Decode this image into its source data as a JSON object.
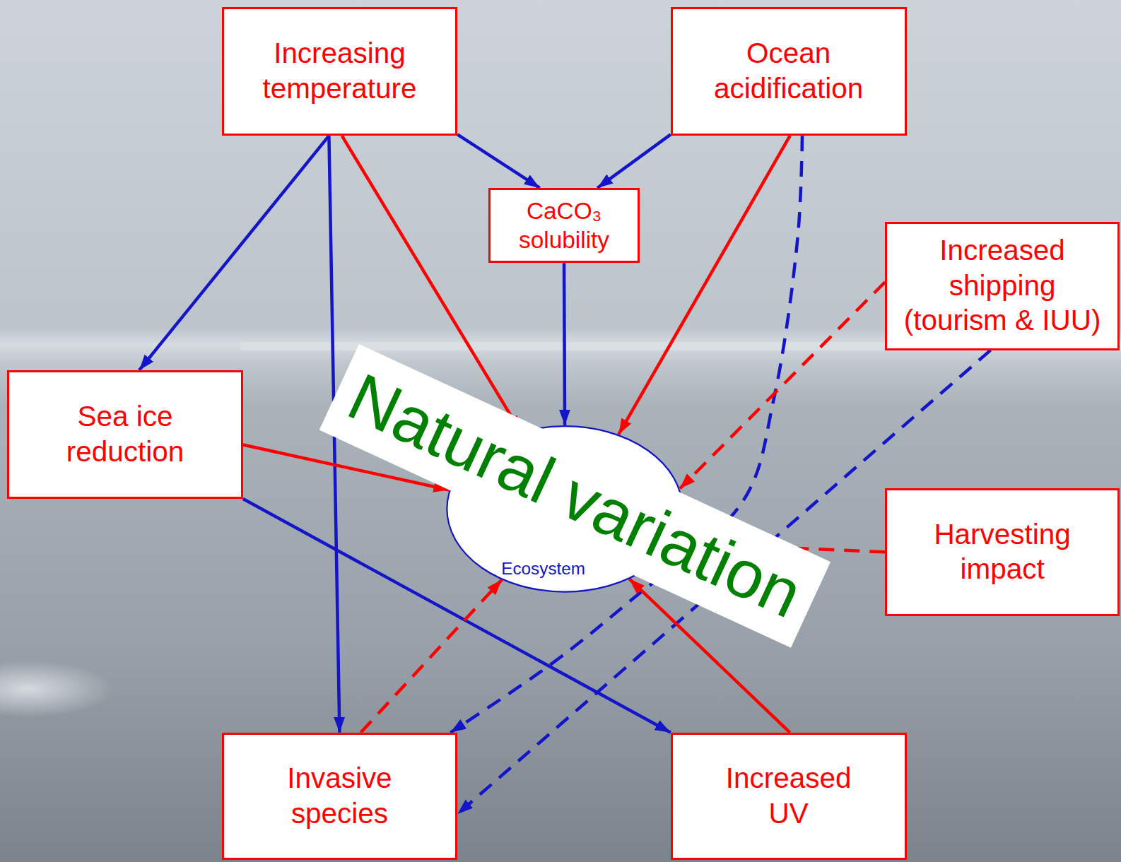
{
  "diagram": {
    "nodes": [
      {
        "text": [
          "Increasing temperature"
        ]
      },
      {
        "text": [
          "Ocean acidification"
        ]
      },
      {
        "text": [
          "CaCO₃ solubility"
        ]
      },
      {
        "text": [
          "Increased shipping (tourism & IUU)"
        ]
      },
      {
        "text": [
          "Sea ice reduction"
        ]
      },
      {
        "text": [
          "Ecosystem"
        ]
      },
      {
        "text": [
          "Harvesting impact"
        ]
      },
      {
        "text": [
          "Invasive species"
        ]
      },
      {
        "text": [
          "Increased UV"
        ]
      }
    ],
    "edges": [
      {
        "from": 0,
        "to": 4,
        "arrow": "to"
      },
      {
        "from": 0,
        "to": 7,
        "arrow": "to"
      },
      {
        "from": 0,
        "to": 5,
        "arrow": "to"
      },
      {
        "from": 0,
        "to": 2,
        "arrow": "to"
      },
      {
        "from": 1,
        "to": 2,
        "arrow": "to"
      },
      {
        "from": 2,
        "to": 5,
        "arrow": "to"
      },
      {
        "from": 1,
        "to": 5,
        "arrow": "to"
      },
      {
        "from": 1,
        "to": 7,
        "arrow": "to"
      },
      {
        "from": 3,
        "to": 5,
        "arrow": "to"
      },
      {
        "from": 3,
        "to": 7,
        "arrow": "to"
      },
      {
        "from": 6,
        "to": 5,
        "arrow": "none"
      },
      {
        "from": 4,
        "to": 5,
        "arrow": "to"
      },
      {
        "from": 4,
        "to": 8,
        "arrow": "to"
      },
      {
        "from": 7,
        "to": 5,
        "arrow": "to"
      },
      {
        "from": 8,
        "to": 5,
        "arrow": "to"
      }
    ],
    "labels": [
      "Natural variation"
    ]
  }
}
